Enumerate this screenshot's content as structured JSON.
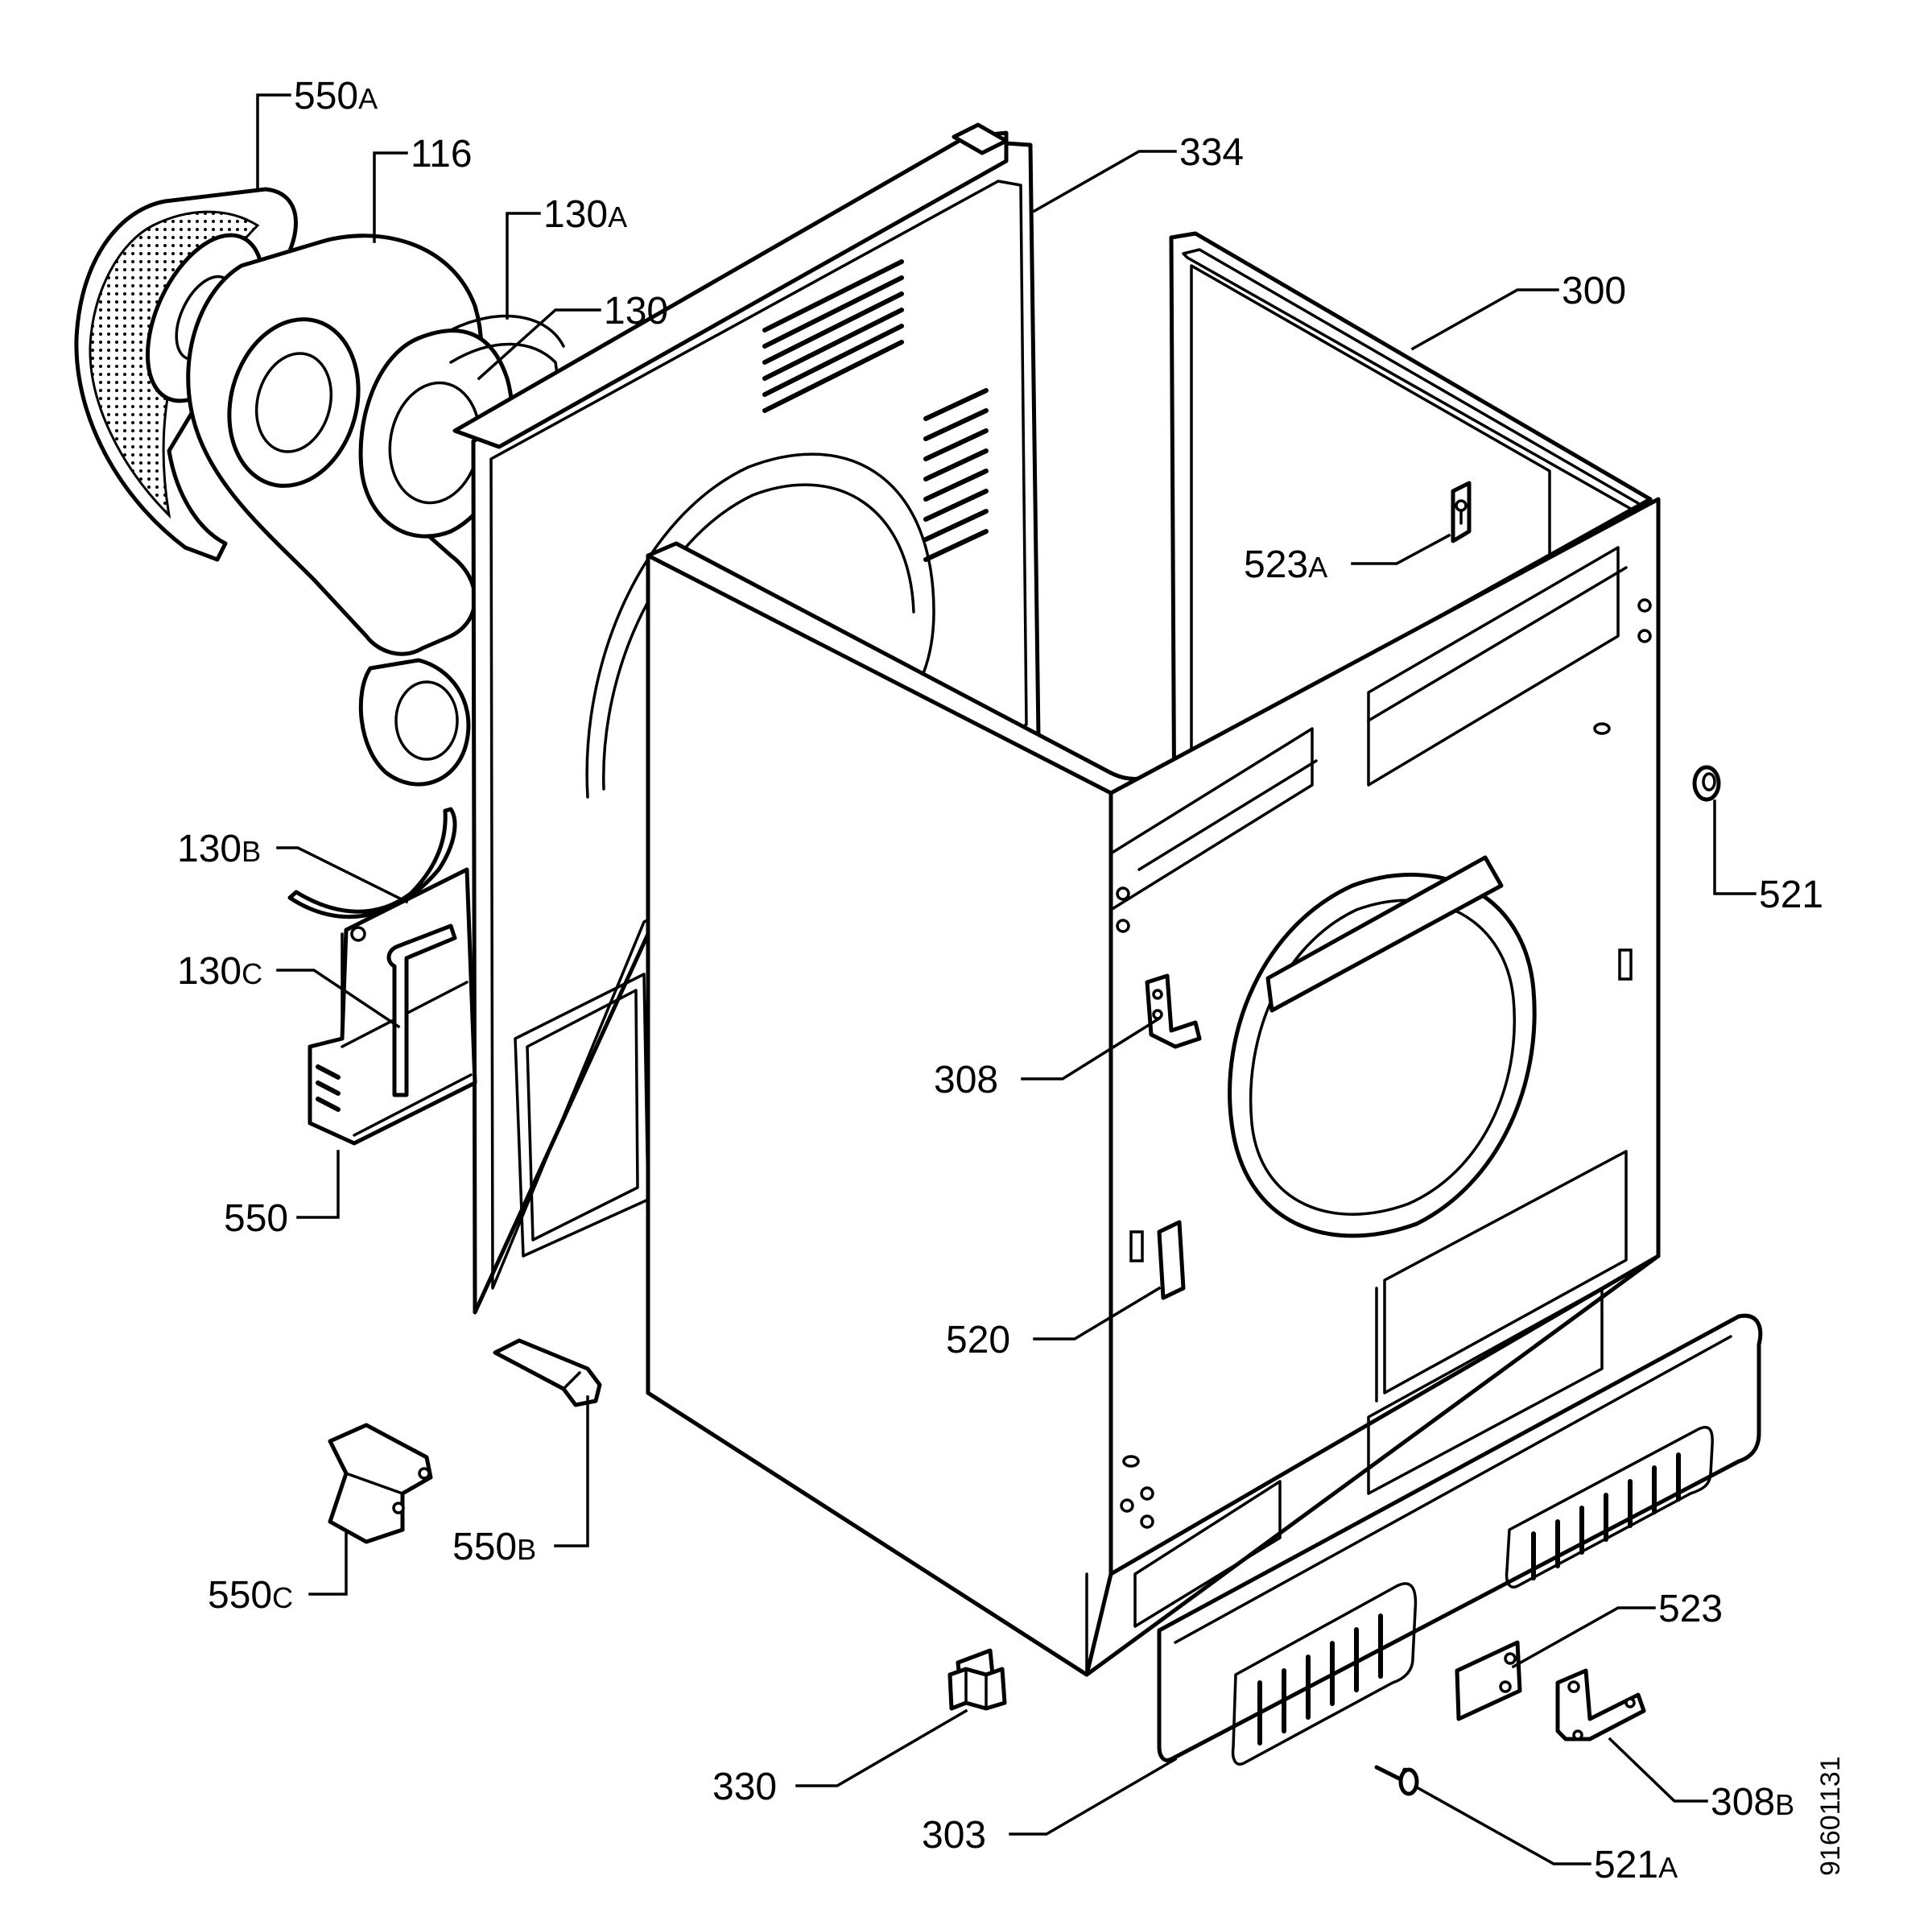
{
  "diagram": {
    "drawing_code": "91601131",
    "labels": [
      {
        "id": "550a",
        "num": "550",
        "suffix": "A"
      },
      {
        "id": "116",
        "num": "116",
        "suffix": ""
      },
      {
        "id": "130a",
        "num": "130",
        "suffix": "A"
      },
      {
        "id": "130",
        "num": "130",
        "suffix": ""
      },
      {
        "id": "334",
        "num": "334",
        "suffix": ""
      },
      {
        "id": "300",
        "num": "300",
        "suffix": ""
      },
      {
        "id": "523a",
        "num": "523",
        "suffix": "A"
      },
      {
        "id": "521",
        "num": "521",
        "suffix": ""
      },
      {
        "id": "130b",
        "num": "130",
        "suffix": "B"
      },
      {
        "id": "130c",
        "num": "130",
        "suffix": "C"
      },
      {
        "id": "308",
        "num": "308",
        "suffix": ""
      },
      {
        "id": "550",
        "num": "550",
        "suffix": ""
      },
      {
        "id": "520",
        "num": "520",
        "suffix": ""
      },
      {
        "id": "550b",
        "num": "550",
        "suffix": "B"
      },
      {
        "id": "550c",
        "num": "550",
        "suffix": "C"
      },
      {
        "id": "523",
        "num": "523",
        "suffix": ""
      },
      {
        "id": "330",
        "num": "330",
        "suffix": ""
      },
      {
        "id": "308b",
        "num": "308",
        "suffix": "B"
      },
      {
        "id": "303",
        "num": "303",
        "suffix": ""
      },
      {
        "id": "521a",
        "num": "521",
        "suffix": "A"
      }
    ]
  }
}
